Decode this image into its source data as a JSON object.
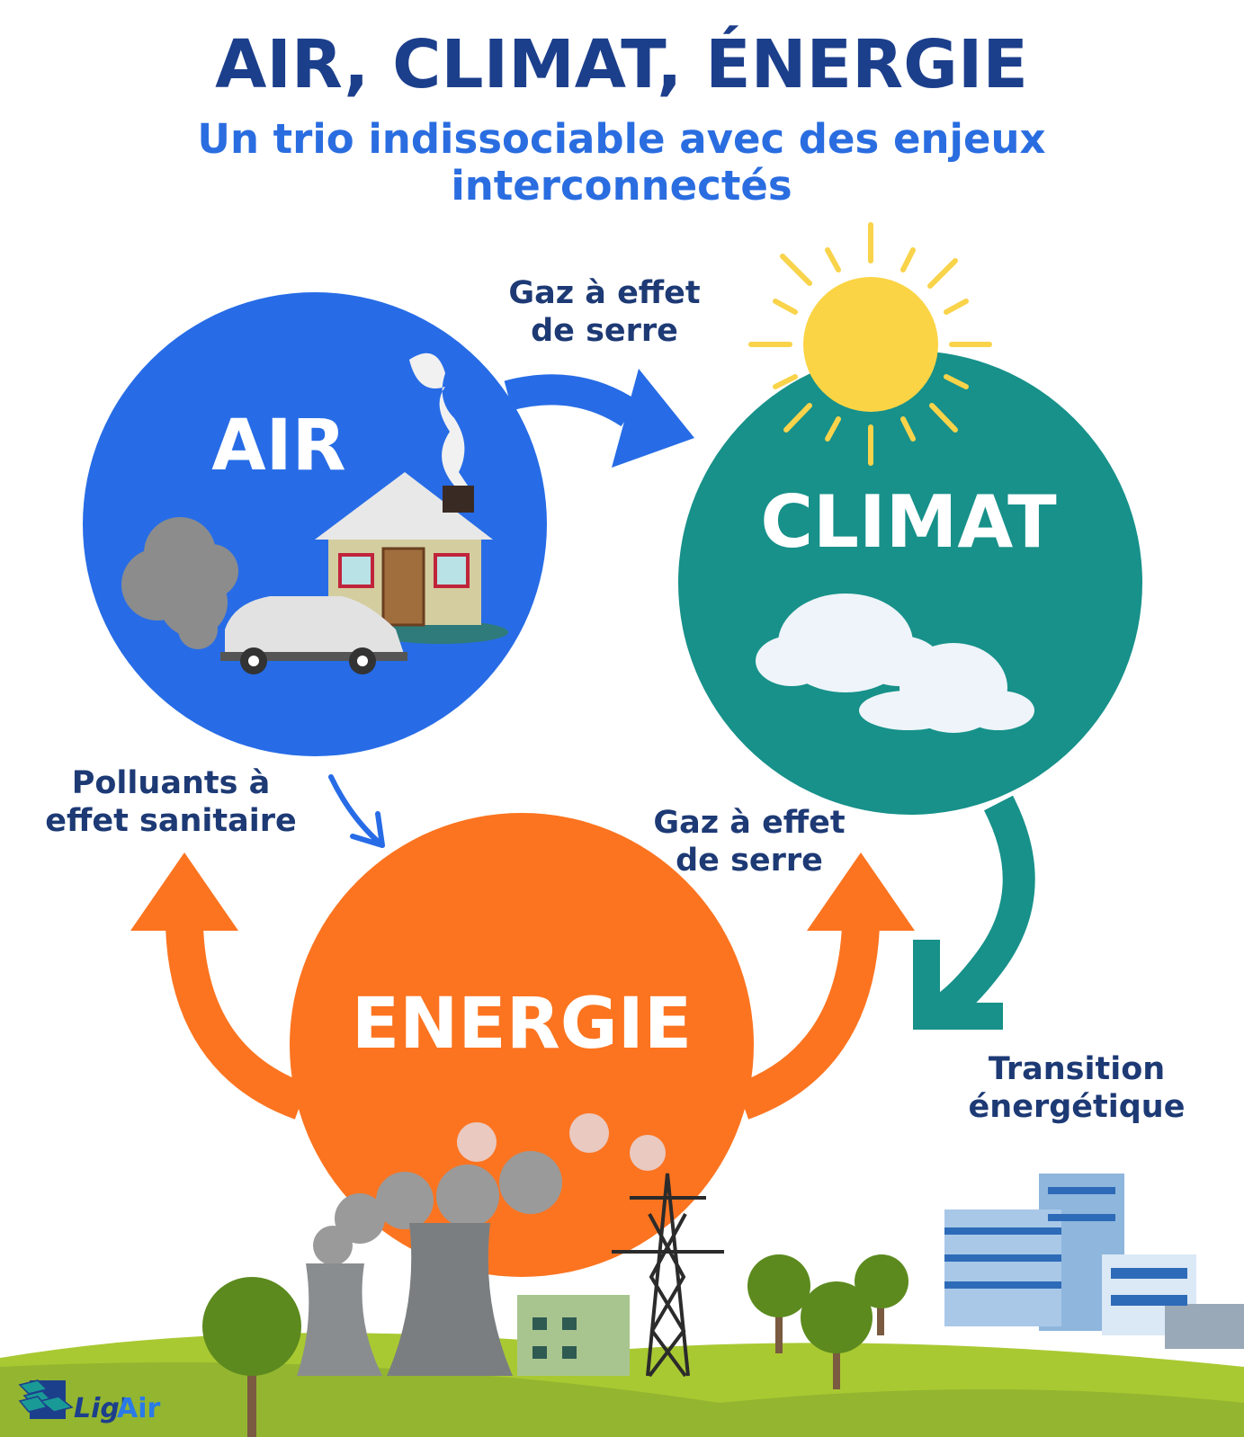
{
  "header": {
    "title": "AIR, CLIMAT, ÉNERGIE",
    "subtitle_line1": "Un trio indissociable avec des enjeux",
    "subtitle_line2": "interconnectés"
  },
  "circles": {
    "air": "AIR",
    "climat": "CLIMAT",
    "energie": "ENERGIE"
  },
  "labels": {
    "ges_top_1": "Gaz à effet",
    "ges_top_2": "de serre",
    "polluants_1": "Polluants à",
    "polluants_2": "effet sanitaire",
    "ges_right_1": "Gaz à effet",
    "ges_right_2": "de serre",
    "transition_1": "Transition",
    "transition_2": "énergétique"
  },
  "logo": {
    "text_part1": "Lig'",
    "text_part2": "Air"
  },
  "colors": {
    "air": "#276ce6",
    "climat": "#17918a",
    "energie": "#fc7420",
    "title": "#1c3f8c",
    "subtitle": "#2a6de0",
    "labels": "#1d3a75"
  }
}
